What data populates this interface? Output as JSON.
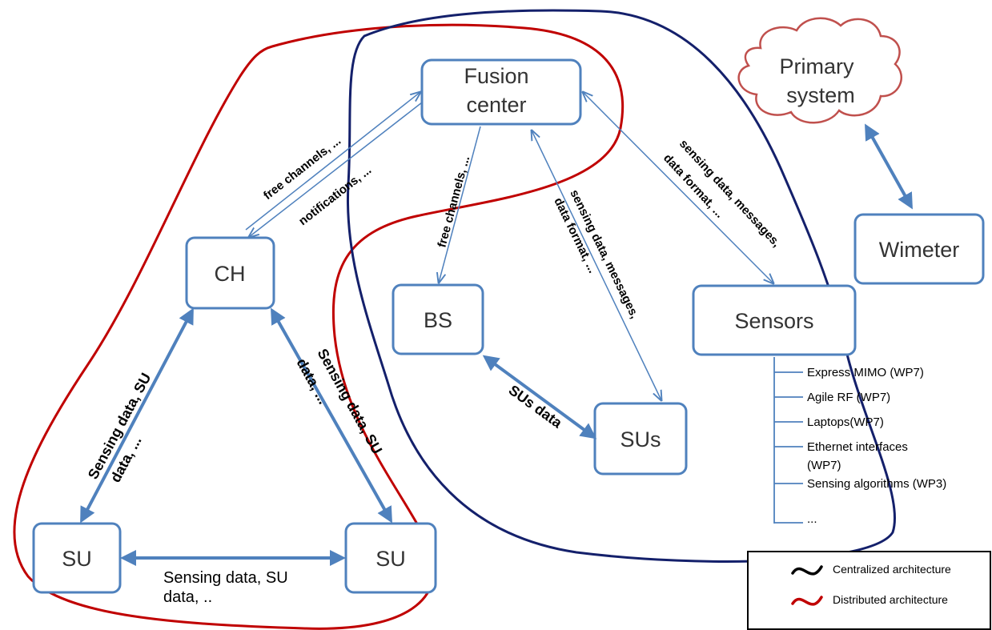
{
  "colors": {
    "node_border": "#4f81bd",
    "arrow": "#4f81bd",
    "centralized": "#14206b",
    "distributed": "#c00000",
    "cloud": "#c0504d"
  },
  "nodes": {
    "fusion_center": {
      "line1": "Fusion",
      "line2": "center"
    },
    "primary_system": {
      "line1": "Primary",
      "line2": "system"
    },
    "wimeter": "Wimeter",
    "ch": "CH",
    "bs": "BS",
    "sensors": "Sensors",
    "sus": "SUs",
    "su_left": "SU",
    "su_right": "SU"
  },
  "edges": {
    "ch_fc_free_channels": "free channels, ...",
    "ch_fc_notifications": "notifications, ...",
    "fc_bs": "free channels, ...",
    "fc_sus_line1": "sensing data, messages,",
    "fc_sus_line2": "data format, ...",
    "fc_sensors_line1": "sensing data, messages,",
    "fc_sensors_line2": "data format, ...",
    "bs_sus": "SUs data",
    "ch_su_left_line1": "Sensing data, SU",
    "ch_su_left_line2": "data, ...",
    "ch_su_right_line1": "Sensing data, SU",
    "ch_su_right_line2": "data, ...",
    "su_su_line1": "Sensing data, SU",
    "su_su_line2": "data, .."
  },
  "sensor_list": [
    "Express MIMO (WP7)",
    "Agile RF (WP7)",
    "Laptops(WP7)",
    "Ethernet interfaces",
    "(WP7)",
    "Sensing algorithms (WP3)",
    "..."
  ],
  "legend": {
    "centralized": "Centralized architecture",
    "distributed": "Distributed architecture"
  }
}
